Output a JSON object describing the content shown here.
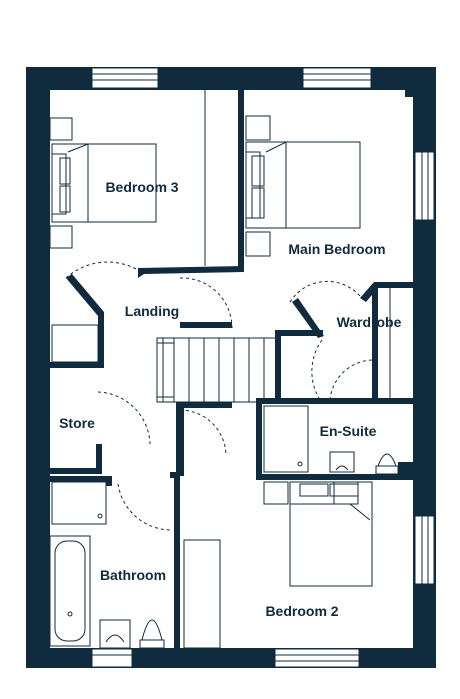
{
  "rooms": {
    "bedroom3": "Bedroom 3",
    "main_bedroom": "Main Bedroom",
    "landing": "Landing",
    "wardrobe": "Wardrobe",
    "store": "Store",
    "en_suite": "En-Suite",
    "bathroom": "Bathroom",
    "bedroom2": "Bedroom 2"
  },
  "colors": {
    "wall": "#0f2b3d",
    "background": "#ffffff"
  }
}
